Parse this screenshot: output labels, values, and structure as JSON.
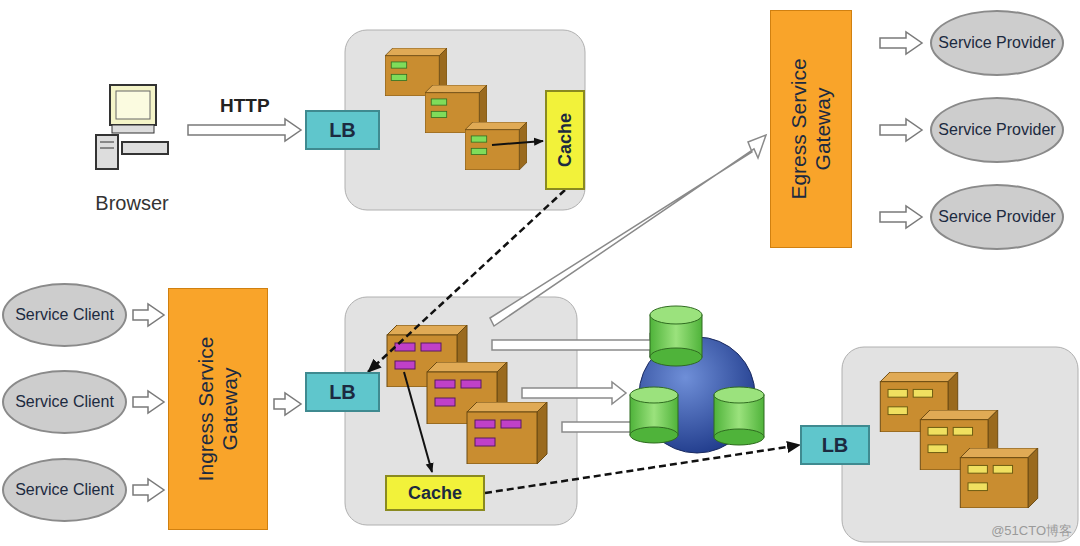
{
  "diagram": {
    "nodes": [
      {
        "text": [
          "Browser"
        ]
      },
      {
        "text": [
          "LB"
        ]
      },
      {
        "text": [
          "Cache"
        ]
      },
      {
        "text": [
          "Egress Service Gateway"
        ]
      },
      {
        "text": [
          "Service Provider"
        ]
      },
      {
        "text": [
          "Service Provider"
        ]
      },
      {
        "text": [
          "Service Provider"
        ]
      },
      {
        "text": [
          "Service Client"
        ]
      },
      {
        "text": [
          "Service Client"
        ]
      },
      {
        "text": [
          "Service Client"
        ]
      },
      {
        "text": [
          "Ingress Service Gateway"
        ]
      },
      {
        "text": [
          "LB"
        ]
      },
      {
        "text": [
          "Cache"
        ]
      },
      {
        "text": [
          "LB"
        ]
      }
    ],
    "edges": [
      {
        "from": 0,
        "to": 1,
        "label": "HTTP",
        "arrow": "to"
      },
      {
        "from": 3,
        "to": 4,
        "arrow": "to"
      },
      {
        "from": 3,
        "to": 5,
        "arrow": "to"
      },
      {
        "from": 3,
        "to": 6,
        "arrow": "to"
      },
      {
        "from": 2,
        "to": 11,
        "arrow": "to"
      },
      {
        "from": 7,
        "to": 10,
        "arrow": "to"
      },
      {
        "from": 8,
        "to": 10,
        "arrow": "to"
      },
      {
        "from": 9,
        "to": 10,
        "arrow": "to"
      },
      {
        "from": 10,
        "to": 11,
        "arrow": "to"
      },
      {
        "from": 12,
        "to": 13,
        "arrow": "to"
      }
    ],
    "labels": [
      "@51CTO博客"
    ]
  }
}
